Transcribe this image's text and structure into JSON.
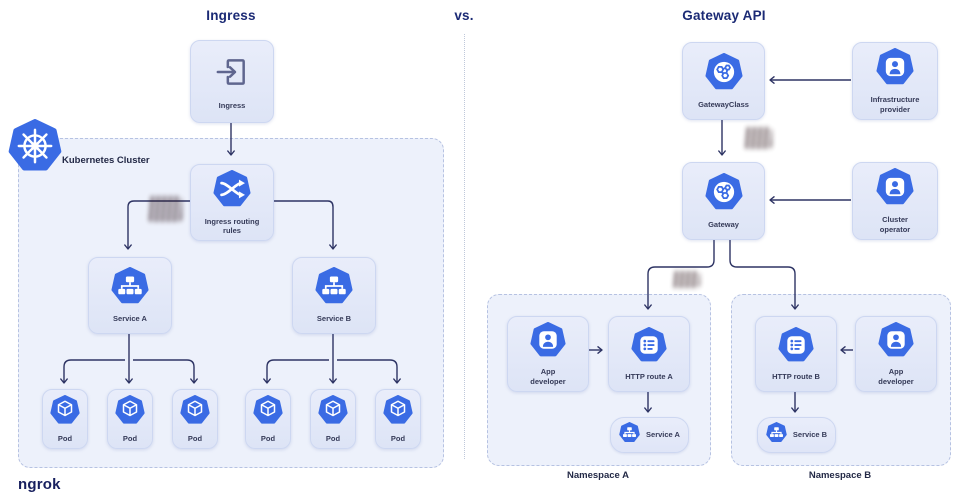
{
  "titles": {
    "left": "Ingress",
    "vs_label": "vs.",
    "right": "Gateway API"
  },
  "branding": {
    "logo_text": "ngrok"
  },
  "colors": {
    "icon_blue": "#3a6be4",
    "line_navy": "#2e3464",
    "node_fill": "#e3e9f8",
    "container_fill": "#edf1fb",
    "title_navy": "#1b2a75"
  },
  "left": {
    "cluster_label": "Kubernetes Cluster",
    "ingress": {
      "label": "Ingress",
      "icon": "door-arrow-icon"
    },
    "routing": {
      "label": "Ingress routing rules",
      "icon": "shuffle-icon"
    },
    "service_a": {
      "label": "Service A",
      "icon": "service-tree-icon"
    },
    "service_b": {
      "label": "Service B",
      "icon": "service-tree-icon"
    },
    "pods": [
      {
        "label": "Pod"
      },
      {
        "label": "Pod"
      },
      {
        "label": "Pod"
      },
      {
        "label": "Pod"
      },
      {
        "label": "Pod"
      },
      {
        "label": "Pod"
      }
    ]
  },
  "right": {
    "gateway_class": {
      "label": "GatewayClass",
      "icon": "gateway-molecule-icon"
    },
    "infrastructure_provider": {
      "label": "Infrastructure provider",
      "icon": "person-icon"
    },
    "gateway": {
      "label": "Gateway",
      "icon": "gateway-molecule-icon"
    },
    "cluster_operator": {
      "label": "Cluster operator",
      "icon": "person-icon"
    },
    "namespace_a": {
      "label": "Namespace A",
      "app_developer": "App developer",
      "http_route": "HTTP route A",
      "service": "Service A"
    },
    "namespace_b": {
      "label": "Namespace B",
      "app_developer": "App developer",
      "http_route": "HTTP route B",
      "service": "Service B"
    }
  }
}
